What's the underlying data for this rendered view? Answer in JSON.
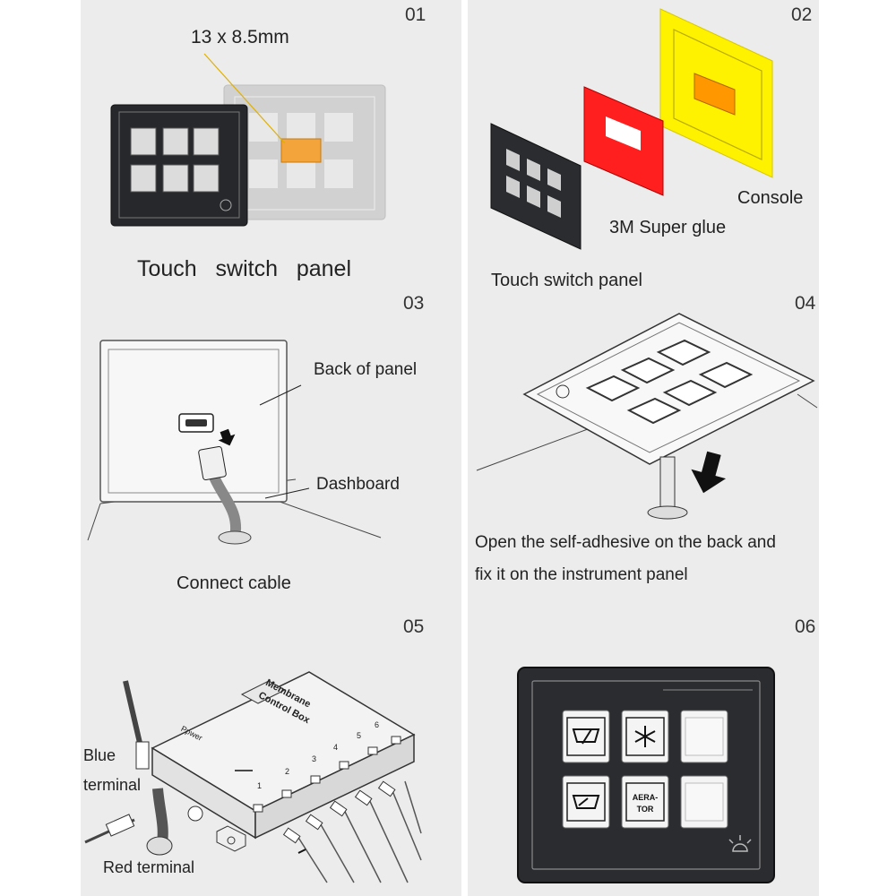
{
  "steps": {
    "s01": {
      "num": "01",
      "dimension": "13 x 8.5mm",
      "caption": "Touch   switch   panel"
    },
    "s02": {
      "num": "02",
      "console": "Console",
      "glue": "3M Super glue",
      "panel": "Touch switch panel"
    },
    "s03": {
      "num": "03",
      "back": "Back of panel",
      "dashboard": "Dashboard",
      "caption": "Connect cable"
    },
    "s04": {
      "num": "04",
      "caption_line1": "Open the self-adhesive on the back and",
      "caption_line2": "fix it on the instrument panel"
    },
    "s05": {
      "num": "05",
      "box_title_1": "Membrane",
      "box_title_2": "Control Box",
      "blue_1": "Blue",
      "blue_2": "terminal",
      "red": "Red terminal",
      "pins": [
        "1",
        "2",
        "3",
        "4",
        "5",
        "6"
      ],
      "power": "Ppwer"
    },
    "s06": {
      "num": "06",
      "button5_line1": "AERA-",
      "button5_line2": "TOR"
    }
  },
  "colors": {
    "panel": "#2a2c30",
    "glue": "#ff1f1f",
    "console": "#fff200",
    "cutout": "#ff9800",
    "background": "#ececec"
  },
  "icons": [
    "wiper-icon",
    "snowflake-icon",
    "washer-icon",
    "backlight-icon"
  ]
}
